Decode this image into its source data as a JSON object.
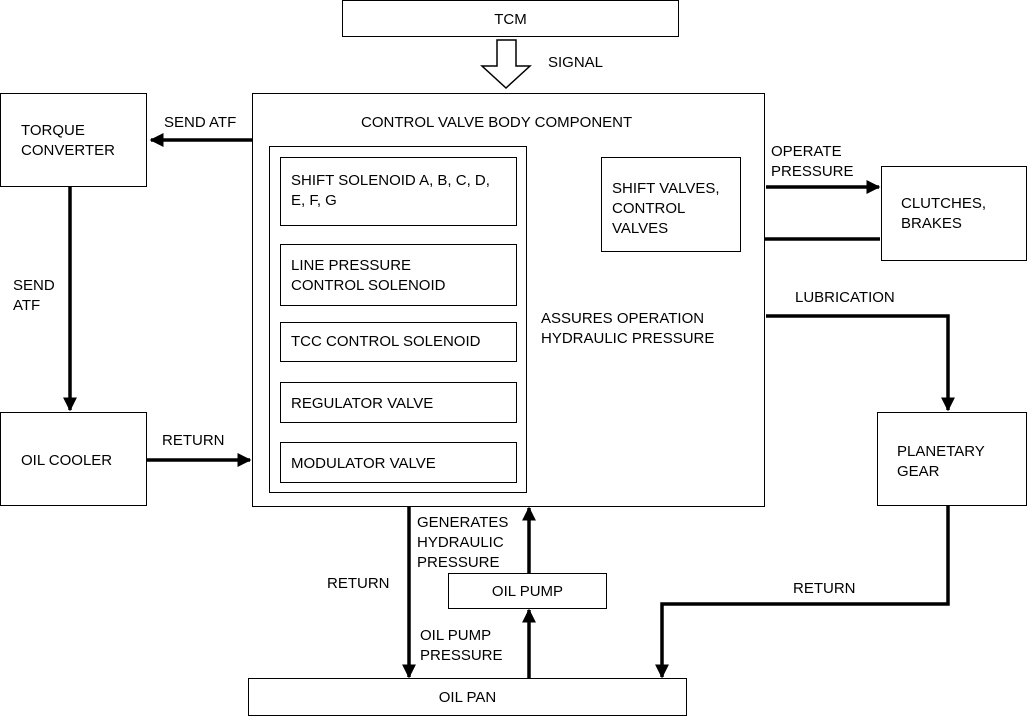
{
  "boxes": {
    "tcm": "TCM",
    "control_valve_body": "CONTROL VALVE BODY COMPONENT",
    "torque_converter": "TORQUE\nCONVERTER",
    "oil_cooler": "OIL COOLER",
    "shift_solenoid": "SHIFT SOLENOID A, B, C, D,\nE, F, G",
    "line_pressure_solenoid": "LINE PRESSURE\nCONTROL SOLENOID",
    "tcc_solenoid": "TCC CONTROL SOLENOID",
    "regulator_valve": "REGULATOR VALVE",
    "modulator_valve": "MODULATOR VALVE",
    "shift_valves": "SHIFT VALVES,\nCONTROL\nVALVES",
    "clutches_brakes": "CLUTCHES,\nBRAKES",
    "planetary_gear": "PLANETARY\nGEAR",
    "oil_pump": "OIL PUMP",
    "oil_pan": "OIL PAN"
  },
  "labels": {
    "signal": "SIGNAL",
    "send_atf_top": "SEND ATF",
    "send_atf_left": "SEND\nATF",
    "return_cooler": "RETURN",
    "operate_pressure": "OPERATE\nPRESSURE",
    "lubrication": "LUBRICATION",
    "assures": "ASSURES OPERATION\nHYDRAULIC PRESSURE",
    "generates": "GENERATES\nHYDRAULIC\nPRESSURE",
    "return_pan": "RETURN",
    "oil_pump_pressure": "OIL PUMP\nPRESSURE",
    "return_gear": "RETURN"
  }
}
